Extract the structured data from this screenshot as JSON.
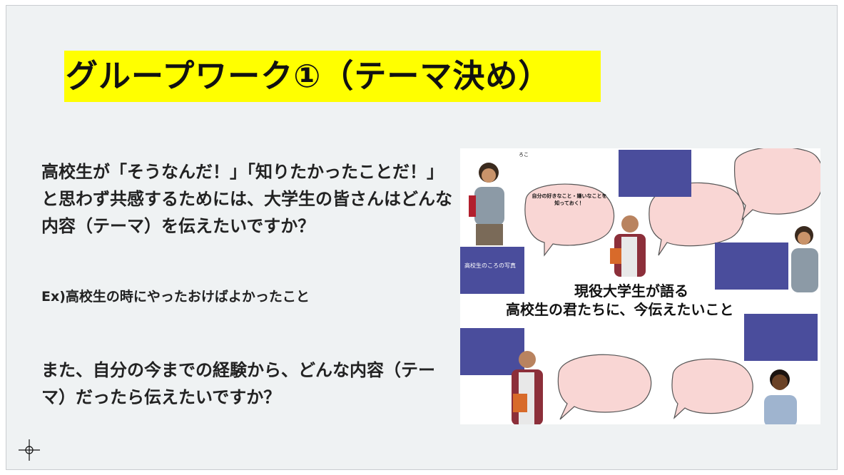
{
  "slide": {
    "title": "グループワーク①（テーマ決め）",
    "question1": "高校生が「そうなんだ！」「知りたかったことだ！」と思わず共感するためには、大学生の皆さんはどんな内容（テーマ）を伝えたいですか？",
    "example": "Ex)高校生の時にやったおけばよかったこと",
    "question2": "また、自分の今までの経験から、どんな内容（テーマ）だったら伝えたいですか？"
  },
  "poster": {
    "photo_label": "高校生のころの写真",
    "bubble_heading": "自分の好きなこと・嫌いなことを知っておく！",
    "headline_line1": "現役大学生が語る",
    "headline_line2": "高校生の君たちに、今伝えたいこと",
    "profile_name": "ろこ"
  },
  "colors": {
    "title_highlight": "#ffff00",
    "block": "#4a4d9c",
    "bubble": "#f9d6d4"
  }
}
